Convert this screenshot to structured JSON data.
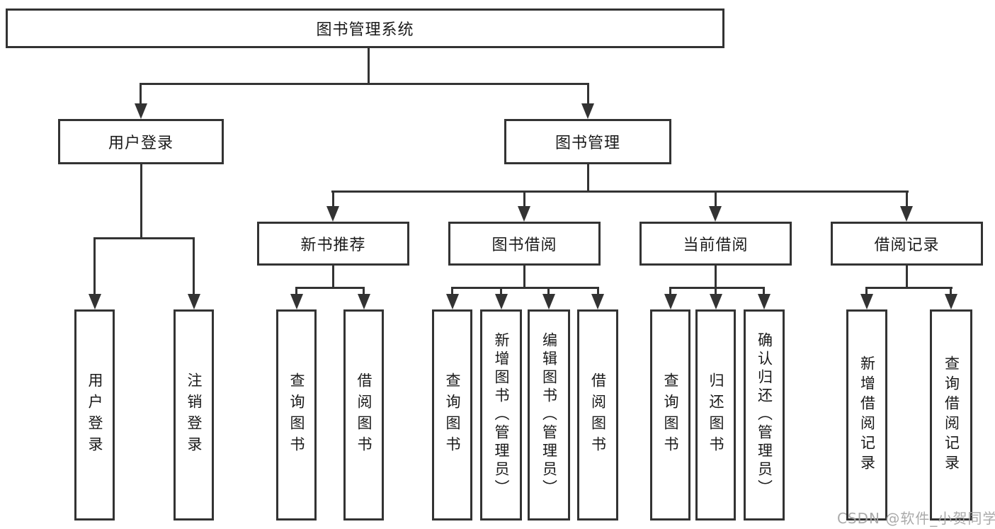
{
  "tree": {
    "root": {
      "label": "图书管理系统",
      "children": [
        {
          "label": "用户登录",
          "children": [
            {
              "label": "用户登录"
            },
            {
              "label": "注销登录"
            }
          ]
        },
        {
          "label": "图书管理",
          "children": [
            {
              "label": "新书推荐",
              "children": [
                {
                  "label": "查询图书"
                },
                {
                  "label": "借阅图书"
                }
              ]
            },
            {
              "label": "图书借阅",
              "children": [
                {
                  "label": "查询图书"
                },
                {
                  "label": "新增图书（管理员）"
                },
                {
                  "label": "编辑图书（管理员）"
                },
                {
                  "label": "借阅图书"
                }
              ]
            },
            {
              "label": "当前借阅",
              "children": [
                {
                  "label": "查询图书"
                },
                {
                  "label": "归还图书"
                },
                {
                  "label": "确认归还（管理员）"
                }
              ]
            },
            {
              "label": "借阅记录",
              "children": [
                {
                  "label": "新增借阅记录"
                },
                {
                  "label": "查询借阅记录"
                }
              ]
            }
          ]
        }
      ]
    }
  },
  "watermark": "CSDN @软件_小贺同学",
  "colors": {
    "line": "#333333",
    "text": "#1a1a1a",
    "watermark": "#a5a5a5",
    "background": "#ffffff"
  }
}
